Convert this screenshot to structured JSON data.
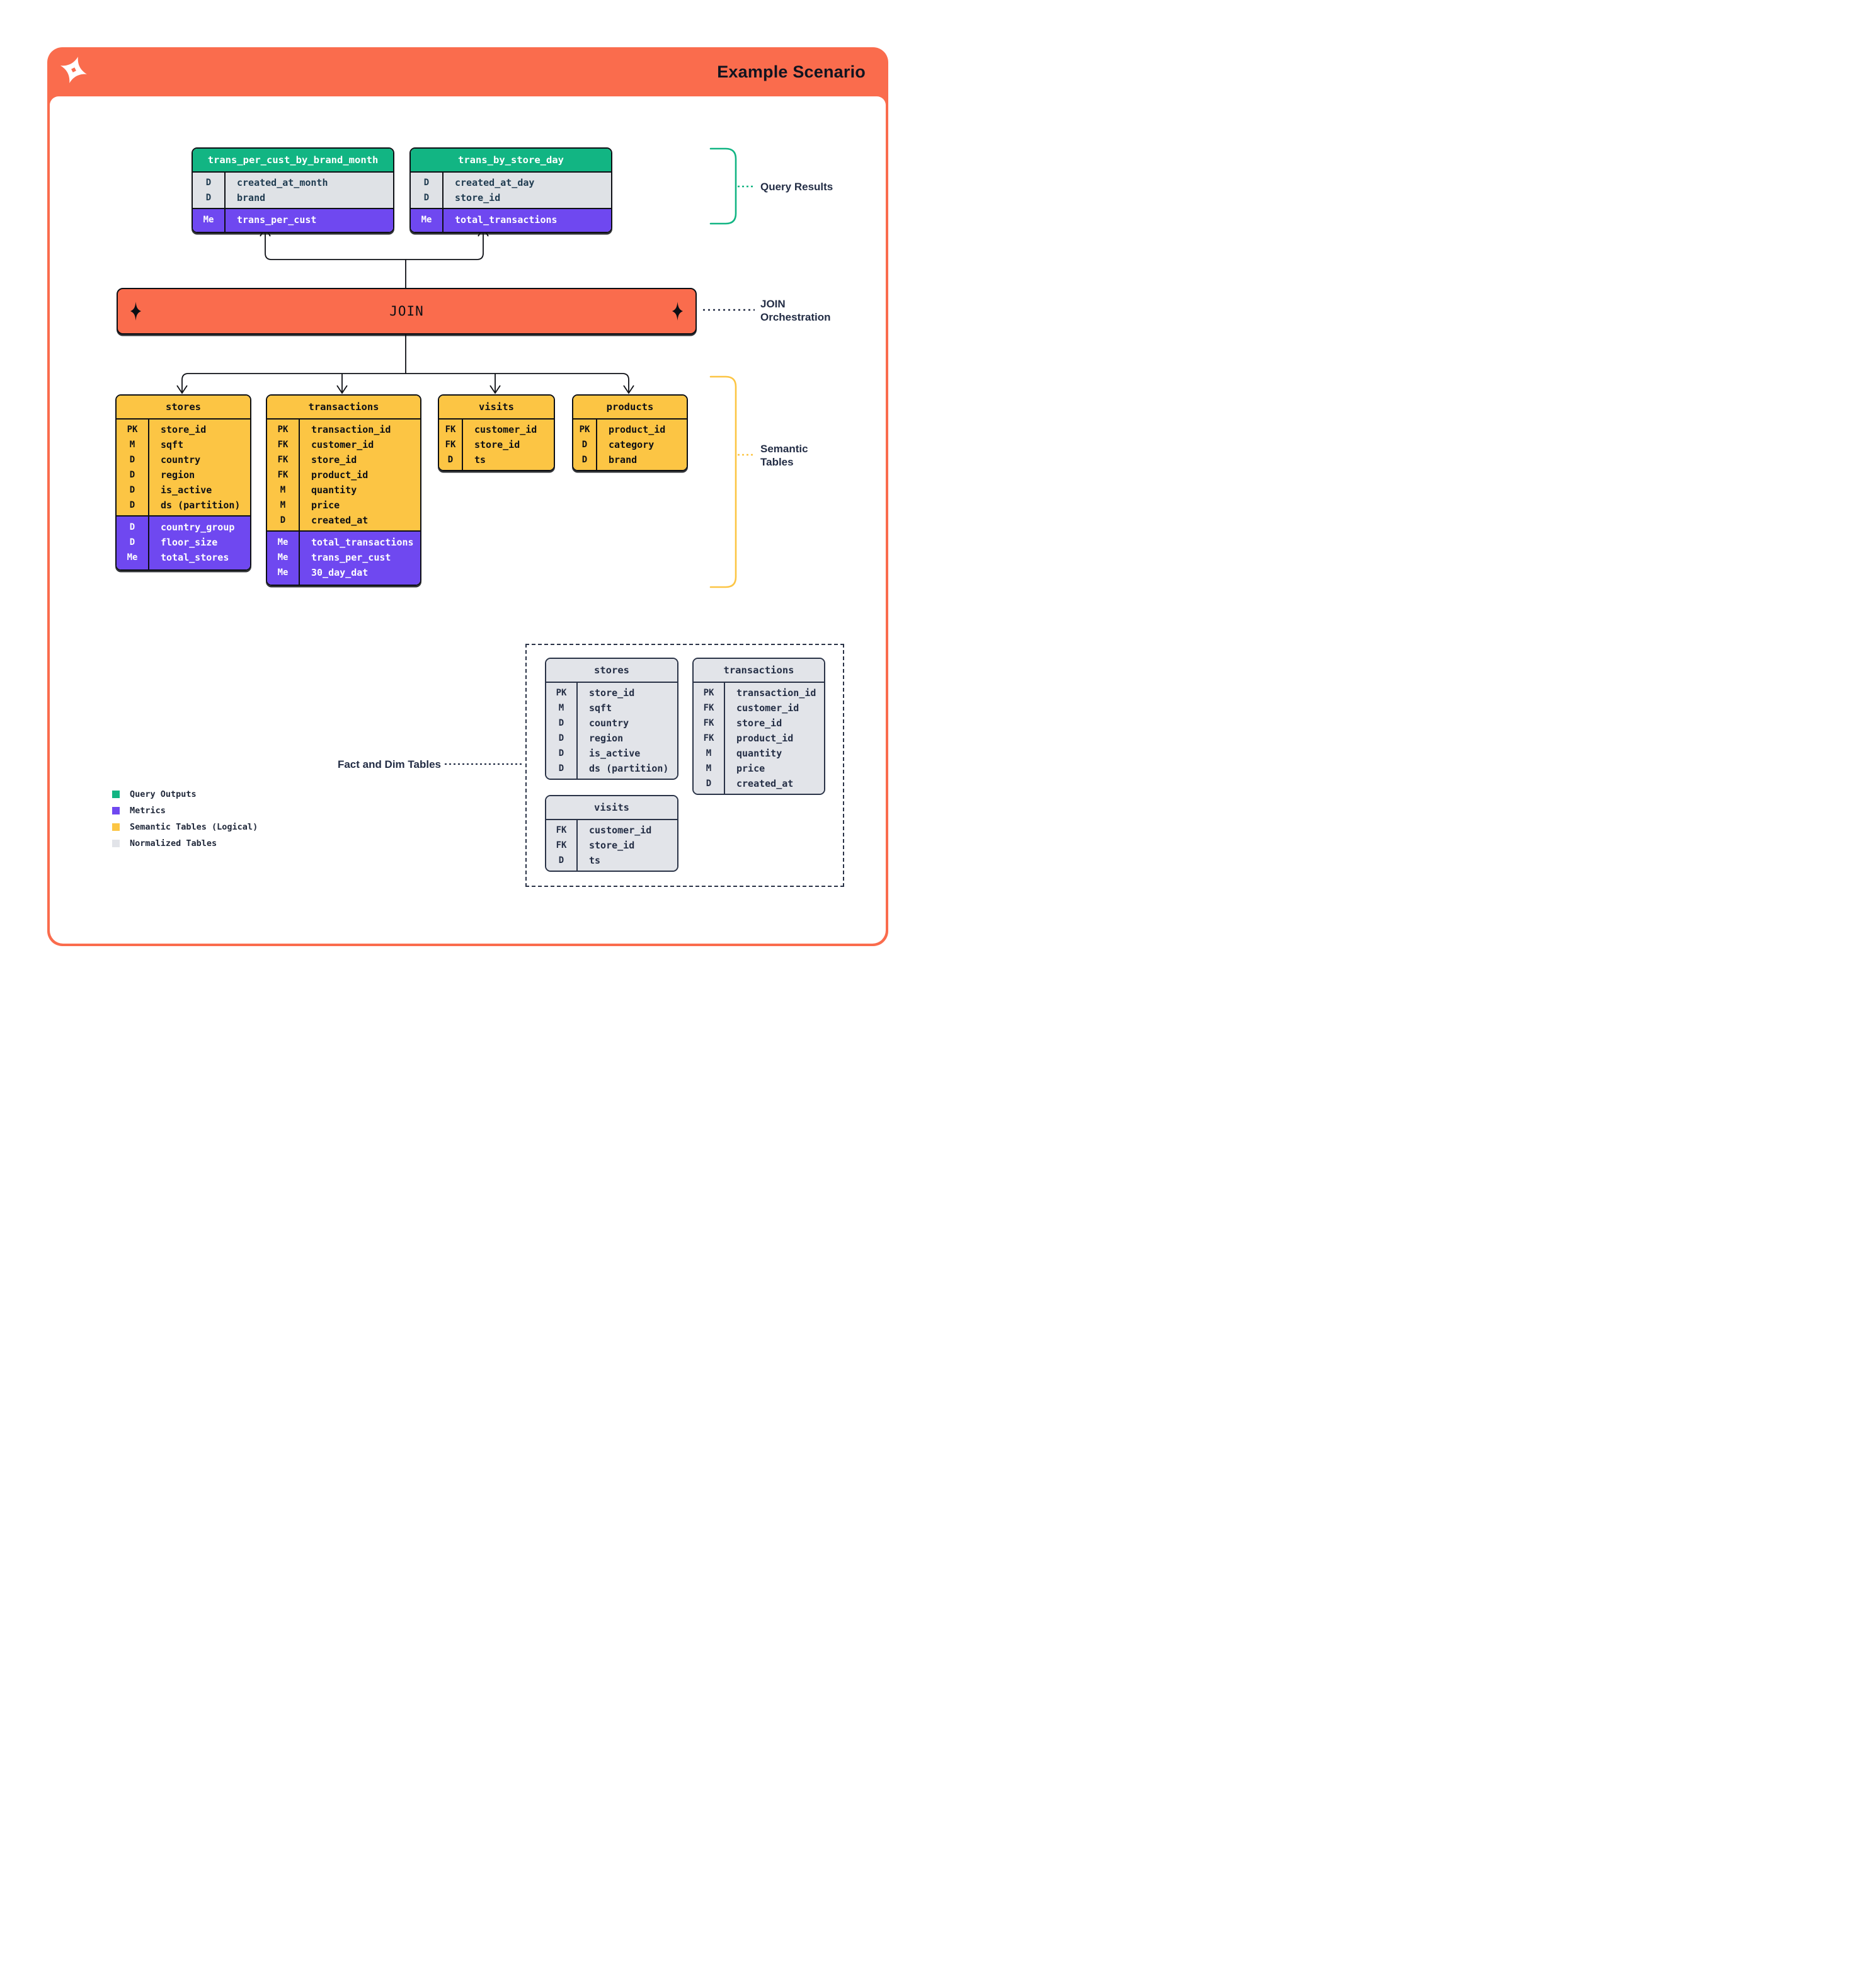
{
  "header": {
    "title": "Example Scenario"
  },
  "join_bar": {
    "label": "JOIN"
  },
  "annotations": {
    "query_results": "Query Results",
    "join_orchestration": [
      "JOIN",
      "Orchestration"
    ],
    "semantic_tables": [
      "Semantic",
      "Tables"
    ],
    "fact_dim_tables": "Fact and Dim Tables"
  },
  "query_tables": [
    {
      "name": "trans_per_cust_by_brand_month",
      "fields": [
        {
          "t": "D",
          "n": "created_at_month"
        },
        {
          "t": "D",
          "n": "brand"
        }
      ],
      "metrics": [
        {
          "t": "Me",
          "n": "trans_per_cust"
        }
      ]
    },
    {
      "name": "trans_by_store_day",
      "fields": [
        {
          "t": "D",
          "n": "created_at_day"
        },
        {
          "t": "D",
          "n": "store_id"
        }
      ],
      "metrics": [
        {
          "t": "Me",
          "n": "total_transactions"
        }
      ]
    }
  ],
  "semantic_tables": [
    {
      "name": "stores",
      "fields": [
        {
          "t": "PK",
          "n": "store_id"
        },
        {
          "t": "M",
          "n": "sqft"
        },
        {
          "t": "D",
          "n": "country"
        },
        {
          "t": "D",
          "n": "region"
        },
        {
          "t": "D",
          "n": "is_active"
        },
        {
          "t": "D",
          "n": "ds (partition)"
        }
      ],
      "metrics": [
        {
          "t": "D",
          "n": "country_group"
        },
        {
          "t": "D",
          "n": "floor_size"
        },
        {
          "t": "Me",
          "n": "total_stores"
        }
      ]
    },
    {
      "name": "transactions",
      "fields": [
        {
          "t": "PK",
          "n": "transaction_id"
        },
        {
          "t": "FK",
          "n": "customer_id"
        },
        {
          "t": "FK",
          "n": "store_id"
        },
        {
          "t": "FK",
          "n": "product_id"
        },
        {
          "t": "M",
          "n": "quantity"
        },
        {
          "t": "M",
          "n": "price"
        },
        {
          "t": "D",
          "n": "created_at"
        }
      ],
      "metrics": [
        {
          "t": "Me",
          "n": "total_transactions"
        },
        {
          "t": "Me",
          "n": "trans_per_cust"
        },
        {
          "t": "Me",
          "n": "30_day_dat"
        }
      ]
    },
    {
      "name": "visits",
      "fields": [
        {
          "t": "FK",
          "n": "customer_id"
        },
        {
          "t": "FK",
          "n": "store_id"
        },
        {
          "t": "D",
          "n": "ts"
        }
      ],
      "metrics": []
    },
    {
      "name": "products",
      "fields": [
        {
          "t": "PK",
          "n": "product_id"
        },
        {
          "t": "D",
          "n": "category"
        },
        {
          "t": "D",
          "n": "brand"
        }
      ],
      "metrics": []
    }
  ],
  "normalized_tables": [
    {
      "name": "stores",
      "fields": [
        {
          "t": "PK",
          "n": "store_id"
        },
        {
          "t": "M",
          "n": "sqft"
        },
        {
          "t": "D",
          "n": "country"
        },
        {
          "t": "D",
          "n": "region"
        },
        {
          "t": "D",
          "n": "is_active"
        },
        {
          "t": "D",
          "n": "ds (partition)"
        }
      ],
      "metrics": []
    },
    {
      "name": "transactions",
      "fields": [
        {
          "t": "PK",
          "n": "transaction_id"
        },
        {
          "t": "FK",
          "n": "customer_id"
        },
        {
          "t": "FK",
          "n": "store_id"
        },
        {
          "t": "FK",
          "n": "product_id"
        },
        {
          "t": "M",
          "n": "quantity"
        },
        {
          "t": "M",
          "n": "price"
        },
        {
          "t": "D",
          "n": "created_at"
        }
      ],
      "metrics": []
    },
    {
      "name": "visits",
      "fields": [
        {
          "t": "FK",
          "n": "customer_id"
        },
        {
          "t": "FK",
          "n": "store_id"
        },
        {
          "t": "D",
          "n": "ts"
        }
      ],
      "metrics": []
    }
  ],
  "legend": [
    {
      "label": "Query Outputs",
      "color": "#12B583"
    },
    {
      "label": "Metrics",
      "color": "#6F48F0"
    },
    {
      "label": "Semantic Tables (Logical)",
      "color": "#FCC544"
    },
    {
      "label": "Normalized Tables",
      "color": "#E2E4E9"
    }
  ],
  "colors": {
    "accent_orange": "#FA6C4D",
    "green": "#12B583",
    "purple": "#6F48F0",
    "yellow": "#FCC544",
    "gray": "#E2E4E9",
    "navy": "#232D45"
  }
}
